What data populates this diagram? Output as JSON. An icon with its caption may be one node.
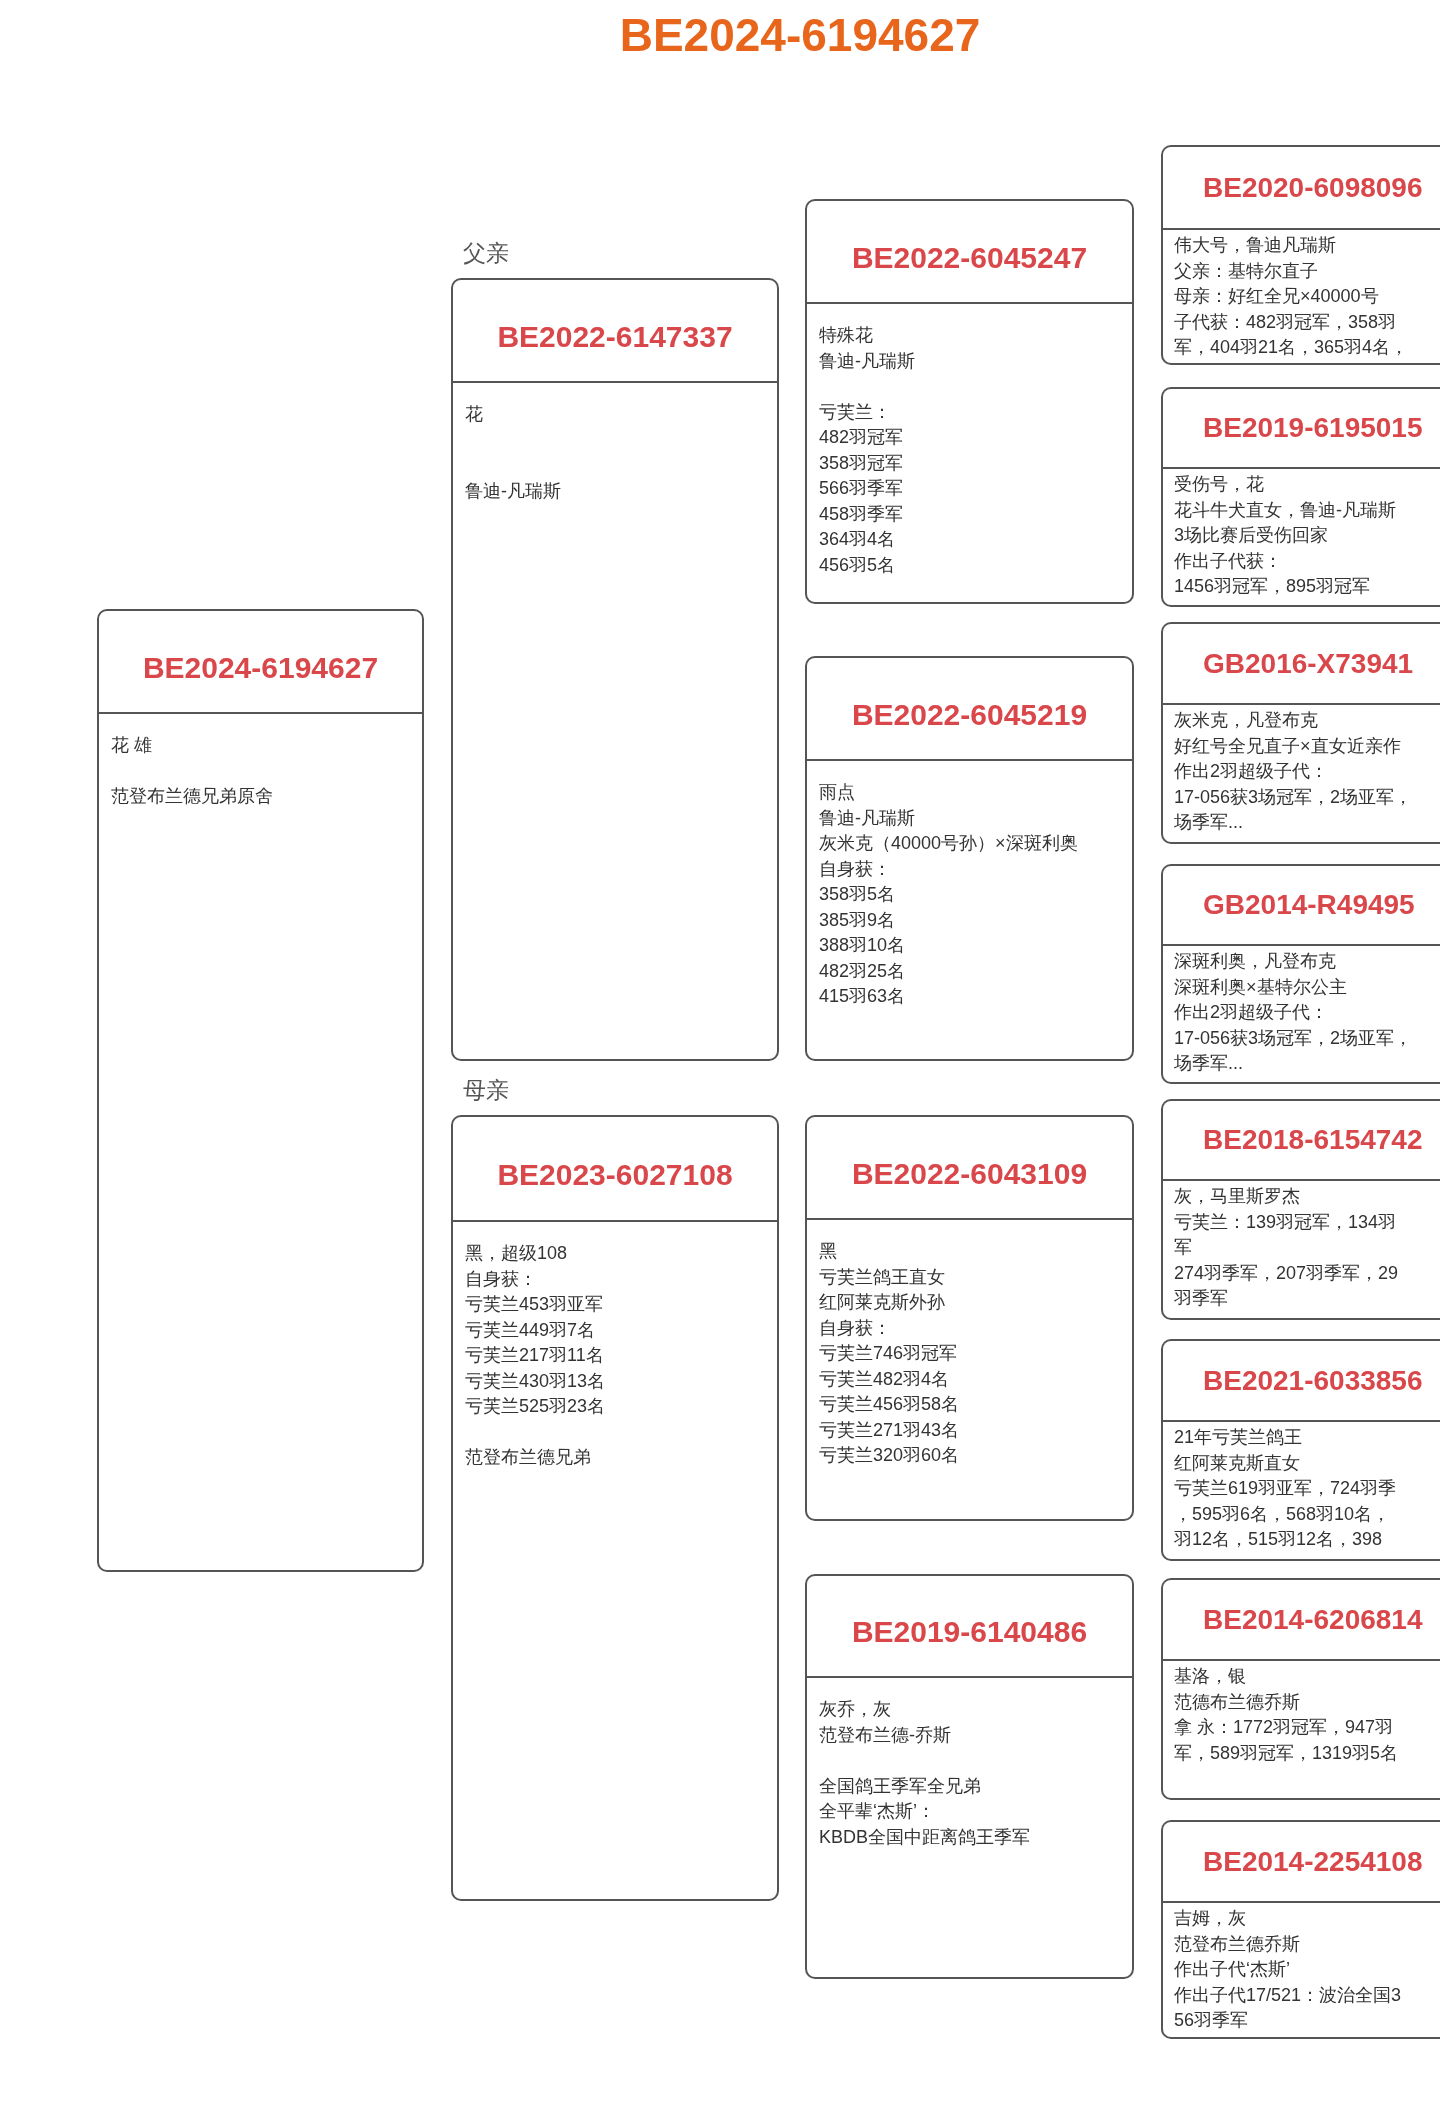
{
  "diagram": {
    "title": "BE2024-6194627",
    "nodes": [
      {
        "text": [
          "BE2024-6194627",
          "花 雄",
          "范登布兰德兄弟原舍"
        ]
      },
      {
        "text": [
          "BE2022-6147337",
          "花",
          "鲁迪-凡瑞斯"
        ],
        "beside": [
          "父亲"
        ]
      },
      {
        "text": [
          "BE2023-6027108",
          "黑，超级108",
          "自身获：",
          "亏芙兰453羽亚军",
          "亏芙兰449羽7名",
          "亏芙兰217羽11名",
          "亏芙兰430羽13名",
          "亏芙兰525羽23名",
          "范登布兰德兄弟"
        ],
        "beside": [
          "母亲"
        ]
      },
      {
        "text": [
          "BE2022-6045247",
          "特殊花",
          "鲁迪-凡瑞斯",
          "亏芙兰：",
          "482羽冠军",
          "358羽冠军",
          "566羽季军",
          "458羽季军",
          "364羽4名",
          "456羽5名"
        ]
      },
      {
        "text": [
          "BE2022-6045219",
          "雨点",
          "鲁迪-凡瑞斯",
          "灰米克（40000号孙）×深斑利奥",
          "自身获：",
          "358羽5名",
          "385羽9名",
          "388羽10名",
          "482羽25名",
          "415羽63名"
        ]
      },
      {
        "text": [
          "BE2022-6043109",
          "黑",
          "亏芙兰鸽王直女",
          "红阿莱克斯外孙",
          "自身获：",
          "亏芙兰746羽冠军",
          "亏芙兰482羽4名",
          "亏芙兰456羽58名",
          "亏芙兰271羽43名",
          "亏芙兰320羽60名"
        ]
      },
      {
        "text": [
          "BE2019-6140486",
          "灰乔，灰",
          "范登布兰德-乔斯",
          "全国鸽王季军全兄弟",
          "全平辈‘杰斯’：",
          "KBDB全国中距离鸽王季军"
        ]
      },
      {
        "text": [
          "BE2020-6098096",
          "伟大号，鲁迪凡瑞斯",
          "父亲：基特尔直子",
          "母亲：好红全兄×40000号",
          "子代获：482羽冠军，358羽",
          "军，404羽21名，365羽4名，"
        ]
      },
      {
        "text": [
          "BE2019-6195015",
          "受伤号，花",
          "花斗牛犬直女，鲁迪-凡瑞斯",
          "3场比赛后受伤回家",
          "作出子代获：",
          "1456羽冠军，895羽冠军"
        ]
      },
      {
        "text": [
          "GB2016-X73941",
          "灰米克，凡登布克",
          "好红号全兄直子×直女近亲作",
          "作出2羽超级子代：",
          "17-056获3场冠军，2场亚军，",
          "场季军..."
        ]
      },
      {
        "text": [
          "GB2014-R49495",
          "深斑利奥，凡登布克",
          "深斑利奥×基特尔公主",
          "作出2羽超级子代：",
          "17-056获3场冠军，2场亚军，",
          "场季军..."
        ]
      },
      {
        "text": [
          "BE2018-6154742",
          "灰，马里斯罗杰",
          "亏芙兰：139羽冠军，134羽",
          "军",
          "274羽季军，207羽季军，29",
          "羽季军"
        ]
      },
      {
        "text": [
          "BE2021-6033856",
          "21年亏芙兰鸽王",
          "红阿莱克斯直女",
          "亏芙兰619羽亚军，724羽季",
          "，595羽6名，568羽10名，",
          "羽12名，515羽12名，398"
        ]
      },
      {
        "text": [
          "BE2014-6206814",
          "基洛，银",
          "范德布兰德乔斯",
          "拿 永：1772羽冠军，947羽",
          "军，589羽冠军，1319羽5名"
        ]
      },
      {
        "text": [
          "BE2014-2254108",
          "吉姆，灰",
          "范登布兰德乔斯",
          "作出子代‘杰斯’",
          "作出子代17/521：波治全国3",
          "56羽季军"
        ]
      }
    ]
  }
}
